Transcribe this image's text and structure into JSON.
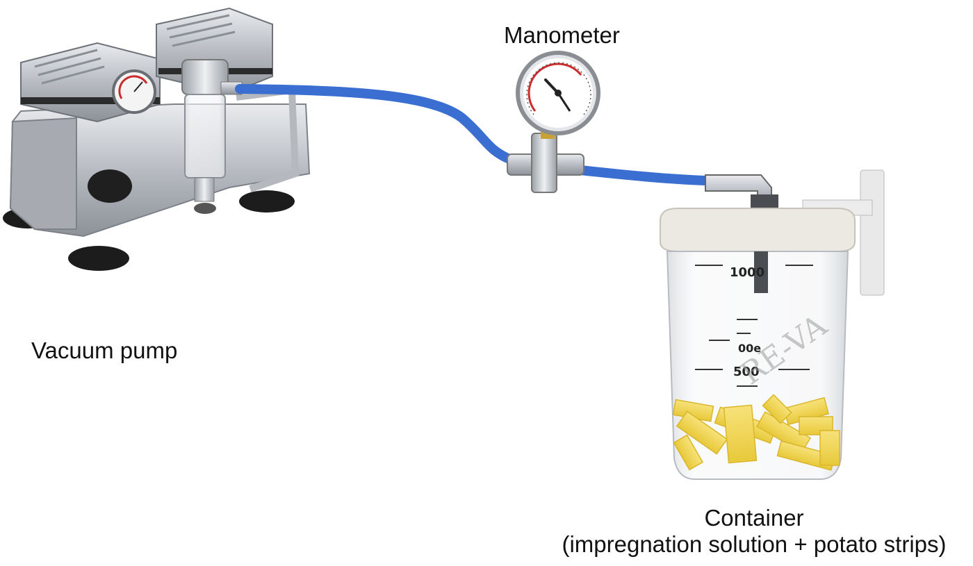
{
  "labels": {
    "vacuum_pump": "Vacuum pump",
    "manometer": "Manometer",
    "container_line1": "Container",
    "container_line2": "(impregnation solution + potato strips)"
  },
  "container_markings": {
    "mark_top": "1000",
    "mark_mid": "00e",
    "mark_low": "500",
    "brand": "RE-VA"
  },
  "colors": {
    "hose": "#3a6fd1",
    "metal": "#c9ccd1",
    "dark_metal": "#4a4d52",
    "potato": "#f2d64a",
    "lid": "#ece9e2",
    "gauge_needle": "#222222",
    "gauge_red": "#cc2b2b"
  }
}
